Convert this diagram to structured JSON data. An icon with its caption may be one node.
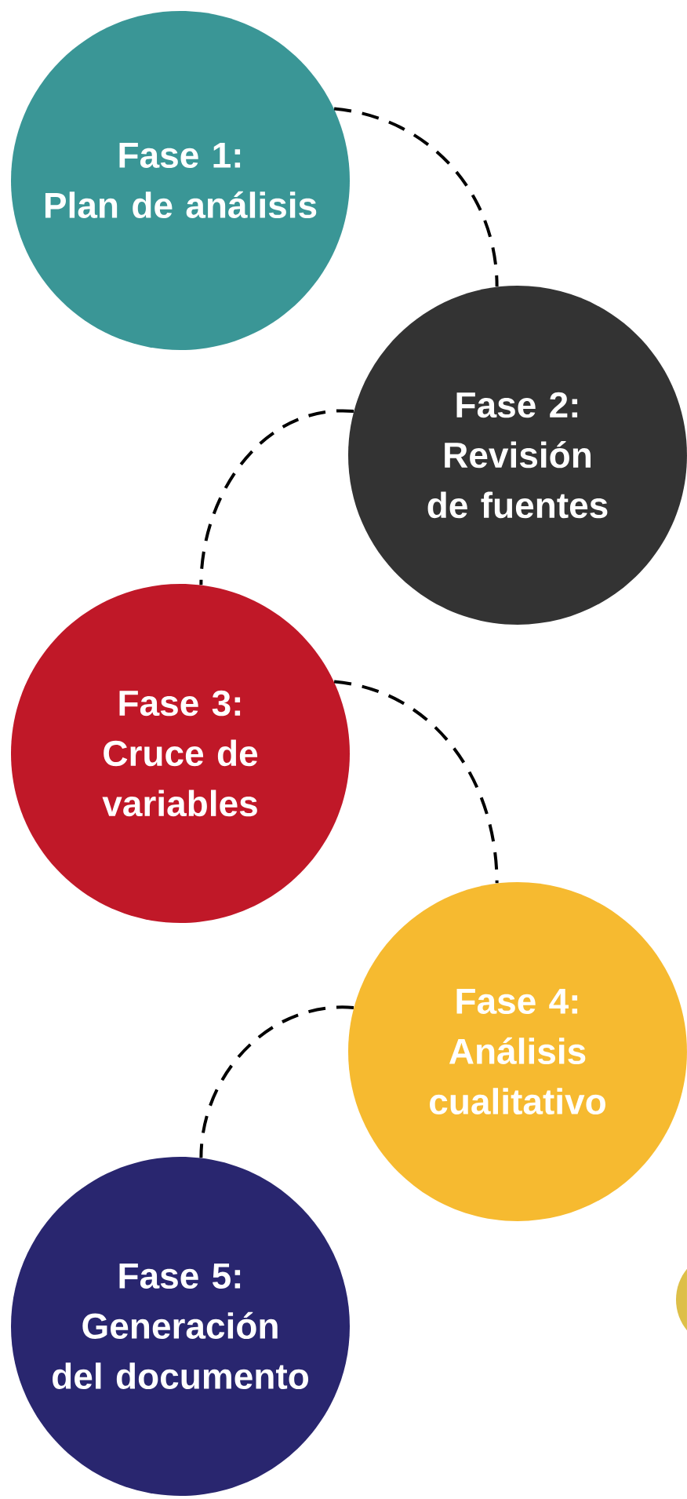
{
  "diagram": {
    "nodes": [
      {
        "text": [
          "Fase 1:",
          "Plan de análisis"
        ]
      },
      {
        "text": [
          "Fase 2:",
          "Revisión de fuentes"
        ]
      },
      {
        "text": [
          "Fase 3:",
          "Cruce de variables"
        ]
      },
      {
        "text": [
          "Fase 4:",
          "Análisis cualitativo"
        ]
      },
      {
        "text": [
          "Fase 5:",
          "Generación del documento"
        ]
      },
      {
        "text": [],
        "shape": "circle"
      }
    ],
    "edges": [
      {
        "from": 0,
        "to": 1,
        "arrow": "none",
        "style": "dashed"
      },
      {
        "from": 1,
        "to": 2,
        "arrow": "none",
        "style": "dashed"
      },
      {
        "from": 2,
        "to": 3,
        "arrow": "none",
        "style": "dashed"
      },
      {
        "from": 3,
        "to": 4,
        "arrow": "none",
        "style": "dashed"
      }
    ]
  }
}
